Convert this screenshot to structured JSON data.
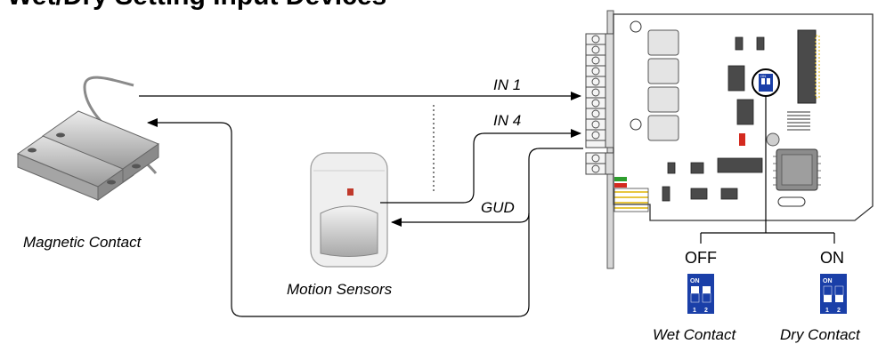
{
  "title": "Wet/Dry Setting Input Devices",
  "labels": {
    "magnetic_contact": "Magnetic Contact",
    "motion_sensors": "Motion Sensors",
    "in1": "IN 1",
    "in4": "IN 4",
    "gud": "GUD",
    "off": "OFF",
    "on": "ON",
    "wet_contact": "Wet Contact",
    "dry_contact": "Dry Contact"
  },
  "dip_switch": {
    "on_label": "ON",
    "num1": "1",
    "num2": "2"
  },
  "colors": {
    "dip_blue": "#1a3fa8",
    "board_green": "#2e9e2e",
    "board_red": "#d42a1f"
  }
}
